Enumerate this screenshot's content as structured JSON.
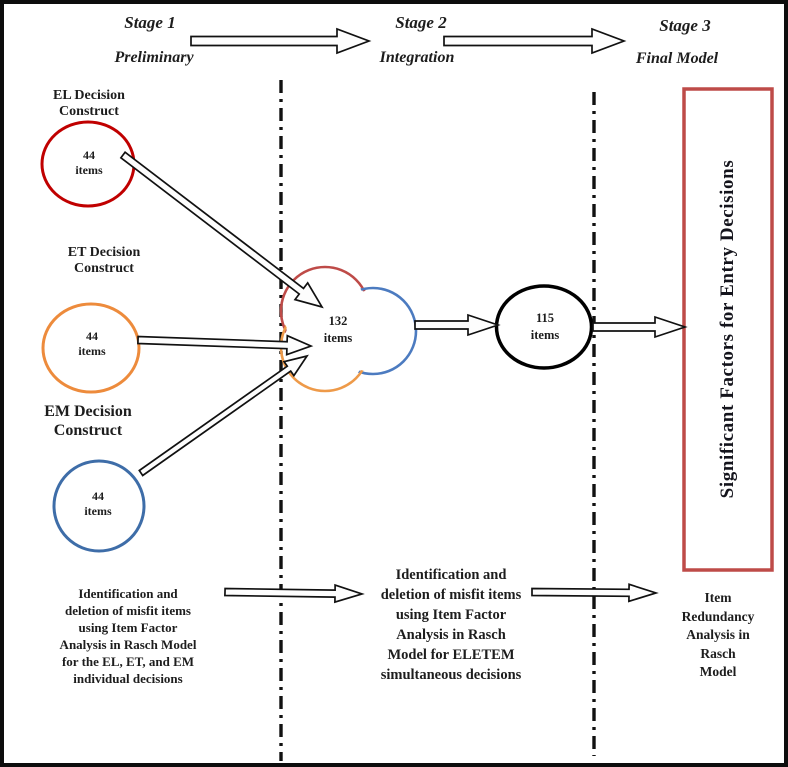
{
  "diagram": {
    "stages": [
      {
        "title": "Stage 1",
        "subtitle": "Preliminary"
      },
      {
        "title": "Stage 2",
        "subtitle": "Integration"
      },
      {
        "title": "Stage 3",
        "subtitle": "Final Model"
      }
    ],
    "constructs": [
      {
        "name_line1": "EL Decision",
        "name_line2": "Construct",
        "count": "44",
        "unit": "items",
        "color": "#C00000"
      },
      {
        "name_line1": "ET Decision",
        "name_line2": "Construct",
        "count": "44",
        "unit": "items",
        "color": "#ED8B3C"
      },
      {
        "name_line1": "EM Decision",
        "name_line2": "Construct",
        "count": "44",
        "unit": "items",
        "color": "#3E6DA8"
      }
    ],
    "integration_cluster": {
      "count": "132",
      "unit": "items",
      "colors": {
        "red": "#BE4B48",
        "blue": "#4C7BC0",
        "orange": "#EE9A49"
      }
    },
    "final_circle": {
      "count": "115",
      "unit": "items",
      "color": "#000000"
    },
    "outcome_box": {
      "label": "Significant Factors for Entry Decisions",
      "border_color": "#BE4B48"
    },
    "notes": [
      {
        "lines": [
          "Identification and",
          "deletion of misfit items",
          "using Item Factor",
          "Analysis in Rasch Model",
          "for the EL, ET, and EM",
          "individual decisions"
        ]
      },
      {
        "lines": [
          "Identification and",
          "deletion of misfit items",
          "using Item Factor",
          "Analysis in Rasch",
          "Model for ELETEM",
          "simultaneous decisions"
        ]
      },
      {
        "lines": [
          "Item",
          "Redundancy",
          "Analysis in",
          "Rasch",
          "Model"
        ]
      }
    ]
  }
}
